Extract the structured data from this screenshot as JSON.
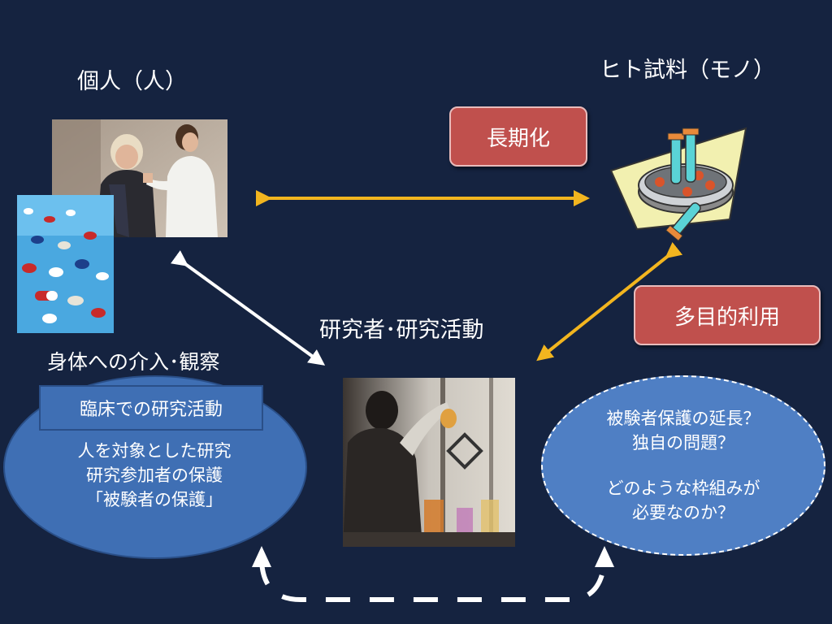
{
  "labels": {
    "individual": "個人（人）",
    "sample": "ヒト試料（モノ）",
    "researcher": "研究者･研究活動",
    "intervention": "身体への介入･観察"
  },
  "badges": {
    "long_term": "長期化",
    "multi_purpose": "多目的利用"
  },
  "left_box": {
    "title": "臨床での研究活動",
    "lines": [
      "人を対象とした研究",
      "研究参加者の保護",
      "「被験者の保護」"
    ]
  },
  "right_box": {
    "lines": [
      "被験者保護の延長？",
      "独自の問題？",
      "",
      "どのような枠組みが",
      "必要なのか？"
    ]
  },
  "colors": {
    "background": "#152340",
    "badge_red": "#c0504d",
    "ellipse_blue": "#3f6fb4",
    "arrow_orange": "#f2b51f",
    "arrow_white": "#ffffff"
  }
}
